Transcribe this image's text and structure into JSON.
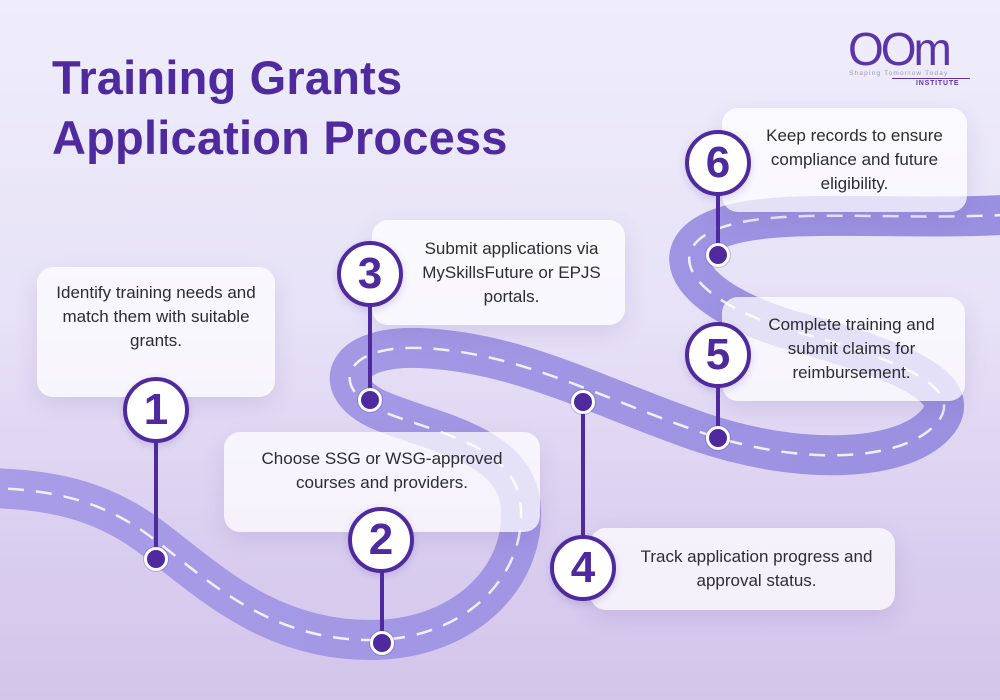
{
  "title": {
    "line1": "Training Grants",
    "line2": "Application Process"
  },
  "logo": {
    "mark": "OOm",
    "tagline": "Shaping Tomorrow Today",
    "sub": "INSTITUTE"
  },
  "colors": {
    "primary": "#4e2a9e",
    "road": "#9f94e4",
    "road_dash": "#ffffff",
    "card": "#ffffff"
  },
  "steps": [
    {
      "number": "1",
      "text": "Identify training needs and match them with suitable grants."
    },
    {
      "number": "2",
      "text": "Choose SSG or WSG-approved courses and providers."
    },
    {
      "number": "3",
      "text": "Submit applications via MySkillsFuture or EPJS portals."
    },
    {
      "number": "4",
      "text": "Track application progress and approval status."
    },
    {
      "number": "5",
      "text": "Complete training and submit claims for reimbursement."
    },
    {
      "number": "6",
      "text": "Keep records to ensure compliance and future eligibility."
    }
  ]
}
